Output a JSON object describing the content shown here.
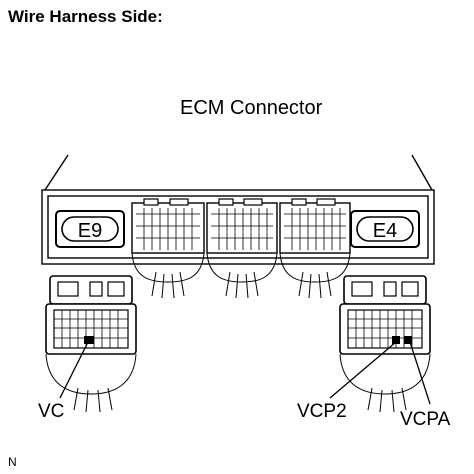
{
  "title": "Wire Harness Side:",
  "connector_label": "ECM Connector",
  "left_connector_code": "E9",
  "right_connector_code": "E4",
  "pin_labels": {
    "vc": "VC",
    "vcp2": "VCP2",
    "vcpa": "VCPA"
  },
  "footnote": "N"
}
